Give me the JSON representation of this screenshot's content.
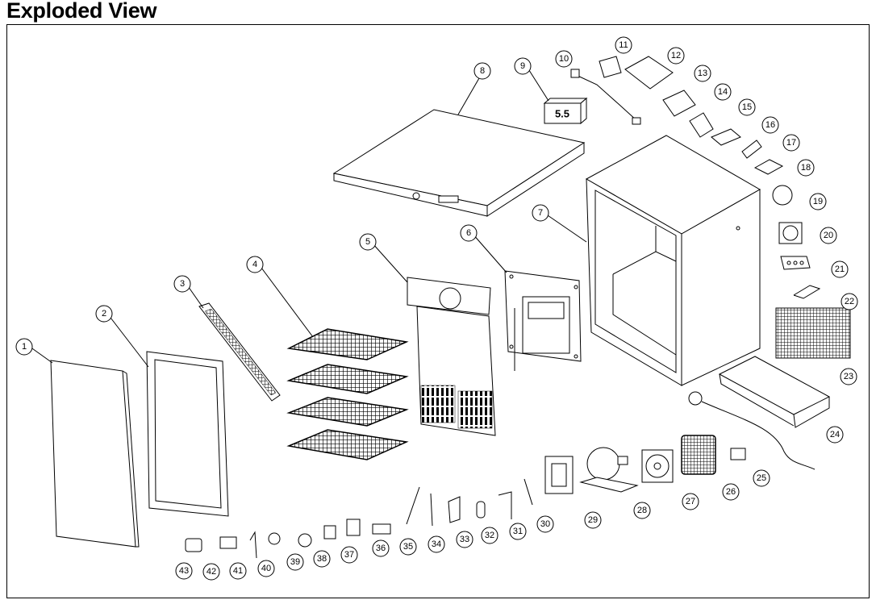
{
  "page": {
    "title": "Exploded View"
  },
  "thermostat_display": "5.5",
  "callouts": [
    "1",
    "2",
    "3",
    "4",
    "5",
    "6",
    "7",
    "8",
    "9",
    "10",
    "11",
    "12",
    "13",
    "14",
    "15",
    "16",
    "17",
    "18",
    "19",
    "20",
    "21",
    "22",
    "23",
    "24",
    "25",
    "26",
    "27",
    "28",
    "29",
    "30",
    "31",
    "32",
    "33",
    "34",
    "35",
    "36",
    "37",
    "38",
    "39",
    "40",
    "41",
    "42",
    "43"
  ]
}
